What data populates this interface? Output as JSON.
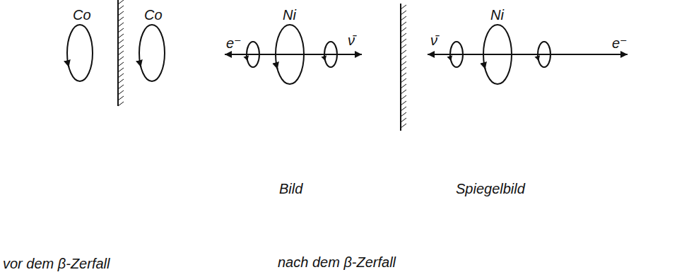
{
  "diagram": {
    "labels": [
      "Co",
      "Co",
      "Ni",
      "Ni",
      "e⁻",
      "ν̄",
      "ν̄",
      "e⁻",
      "Bild",
      "Spiegelbild",
      "vor dem β-Zerfall",
      "nach dem β-Zerfall"
    ]
  }
}
